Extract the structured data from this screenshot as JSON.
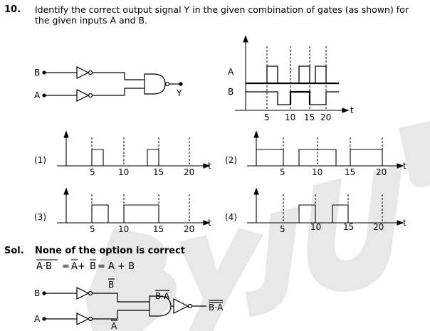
{
  "question": {
    "number": "10.",
    "text": "Identify the correct output signal Y in the given combination of gates (as shown) for the given inputs A and B."
  },
  "circuit": {
    "input_b": "B",
    "input_a": "A",
    "output": "Y"
  },
  "timing": {
    "label_a": "A",
    "label_b": "B",
    "axis": "t",
    "ticks": [
      "5",
      "10",
      "15",
      "20"
    ]
  },
  "options": [
    {
      "label": "(1)",
      "ticks": [
        "5",
        "10",
        "15",
        "20"
      ],
      "axis": "t"
    },
    {
      "label": "(2)",
      "ticks": [
        "5",
        "10",
        "15",
        "20"
      ],
      "axis": "t"
    },
    {
      "label": "(3)",
      "ticks": [
        "5",
        "10",
        "15",
        "20"
      ],
      "axis": "t"
    },
    {
      "label": "(4)",
      "ticks": [
        "5",
        "10",
        "15",
        "20"
      ],
      "axis": "t"
    }
  ],
  "solution": {
    "label": "Sol.",
    "statement": "None of the option is correct",
    "eq_lhs": "A·B",
    "eq_mid1": "A",
    "eq_plus1": " + ",
    "eq_mid2": "B",
    "eq_rhs": " = A + B",
    "circuit_b": "B",
    "circuit_a": "A",
    "bbar": "B",
    "abar": "A",
    "nand_out": "B·A",
    "final_out": "B·A"
  },
  "watermark": {
    "color": "#e6e6e6"
  }
}
